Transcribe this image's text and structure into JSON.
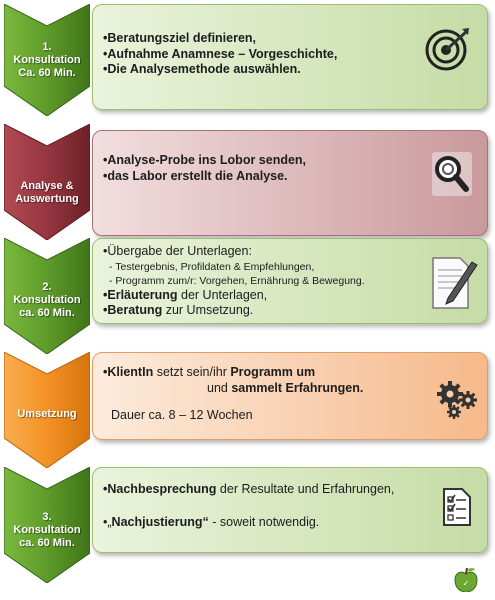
{
  "steps": [
    {
      "label_lines": [
        "1.",
        "Konsultation",
        "Ca. 60 Min."
      ],
      "icon": "target-dart-icon",
      "lines": [
        "•Beratungsziel definieren,",
        "•Aufnahme Anamnese – Vorgeschichte,",
        "•Die Analysemethode auswählen."
      ]
    },
    {
      "label_lines": [
        "Analyse &",
        "Auswertung"
      ],
      "icon": "magnifier-icon",
      "lines": [
        "•Analyse-Probe ins Lobor senden,",
        "•das Labor erstellt die Analyse."
      ]
    },
    {
      "label_lines": [
        "2.",
        "Konsultation",
        "ca. 60 Min."
      ],
      "icon": "document-pen-icon",
      "line1": "•Übergabe der Unterlagen:",
      "sub1": "- Testergebnis, Profildaten & Empfehlungen,",
      "sub2": "- Programm zum/r: Vorgehen, Ernährung & Bewegung.",
      "line4_bold": "•Erläuterung",
      "line4_rest": " der Unterlagen,",
      "line5_bold": "•Beratung",
      "line5_rest": " zur Umsetzung."
    },
    {
      "label_lines": [
        "Umsetzung"
      ],
      "icon": "gears-icon",
      "p1_bold": "•KlientIn",
      "p1_mid": " setzt sein/ihr ",
      "p1_bold2": "Programm um",
      "p2_mid": "und ",
      "p2_bold": "sammelt Erfahrungen.",
      "duration": "Dauer ca. 8 – 12 Wochen"
    },
    {
      "label_lines": [
        "3.",
        "Konsultation",
        "ca. 60 Min."
      ],
      "icon": "checklist-icon",
      "l1_bold": "•Nachbesprechung",
      "l1_rest": " der Resultate und Erfahrungen,",
      "l2_pre": "•„",
      "l2_bold": "Nachjustierung“",
      "l2_rest": " - soweit notwendig."
    }
  ],
  "colors": {
    "green": "#5e9b2a",
    "red": "#963640",
    "orange": "#f39225"
  },
  "logo": "apple-logo-icon"
}
